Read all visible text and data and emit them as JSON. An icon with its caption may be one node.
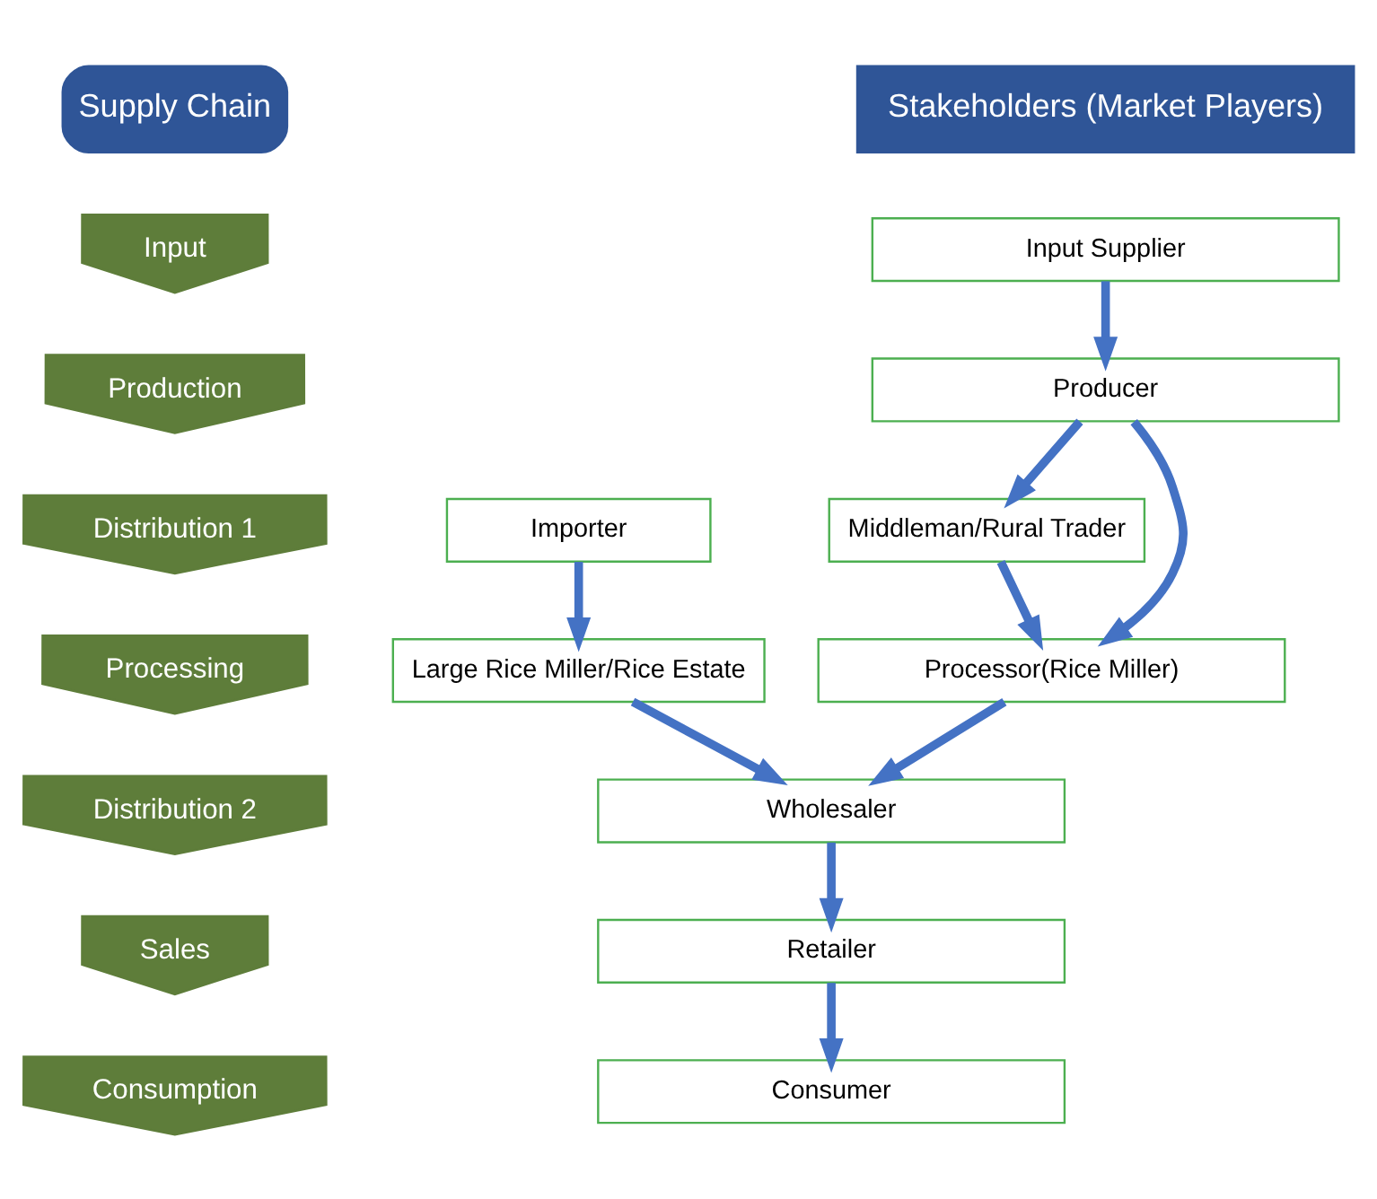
{
  "diagram": {
    "nodes": [
      {
        "text": [
          "Supply Chain"
        ]
      },
      {
        "text": [
          "Stakeholders (Market Players)"
        ]
      },
      {
        "text": [
          "Input"
        ]
      },
      {
        "text": [
          "Input Supplier"
        ]
      },
      {
        "text": [
          "Production"
        ]
      },
      {
        "text": [
          "Producer"
        ]
      },
      {
        "text": [
          "Distribution 1"
        ]
      },
      {
        "text": [
          "Middleman/Rural Trader"
        ]
      },
      {
        "text": [
          "Importer"
        ]
      },
      {
        "text": [
          "Processing"
        ]
      },
      {
        "text": [
          "Processor(Rice Miller)"
        ]
      },
      {
        "text": [
          "Large Rice Miller/Rice Estate"
        ]
      },
      {
        "text": [
          "Distribution 2"
        ]
      },
      {
        "text": [
          "Wholesaler"
        ]
      },
      {
        "text": [
          "Sales"
        ]
      },
      {
        "text": [
          "Retailer"
        ]
      },
      {
        "text": [
          "Consumption"
        ]
      },
      {
        "text": [
          "Consumer"
        ]
      }
    ],
    "edges": [
      {
        "from": 3,
        "to": 5,
        "arrow": "to"
      },
      {
        "from": 5,
        "to": 7,
        "arrow": "to"
      },
      {
        "from": 5,
        "to": 10,
        "arrow": "to"
      },
      {
        "from": 7,
        "to": 10,
        "arrow": "to"
      },
      {
        "from": 8,
        "to": 11,
        "arrow": "to"
      },
      {
        "from": 10,
        "to": 13,
        "arrow": "to"
      },
      {
        "from": 11,
        "to": 13,
        "arrow": "to"
      },
      {
        "from": 13,
        "to": 15,
        "arrow": "to"
      },
      {
        "from": 15,
        "to": 17,
        "arrow": "to"
      }
    ]
  }
}
